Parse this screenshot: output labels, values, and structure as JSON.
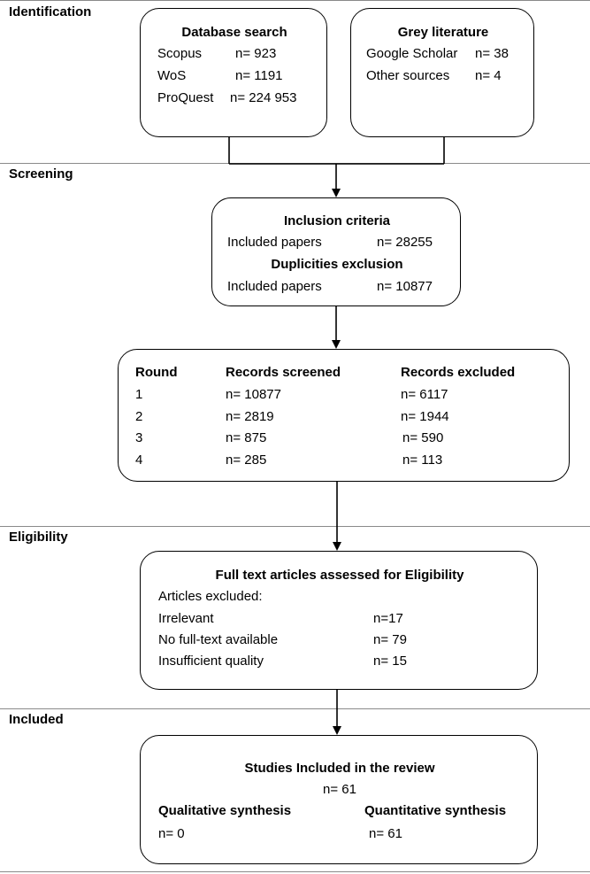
{
  "sections": {
    "identification": "Identification",
    "screening": "Screening",
    "eligibility": "Eligibility",
    "included": "Included"
  },
  "database_search": {
    "title": "Database search",
    "rows": [
      {
        "name": "Scopus",
        "value": "n= 923"
      },
      {
        "name": "WoS",
        "value": "n= 1191"
      },
      {
        "name": "ProQuest",
        "value": "n= 224 953"
      }
    ]
  },
  "grey_literature": {
    "title": "Grey literature",
    "rows": [
      {
        "name": "Google Scholar",
        "value": "n= 38"
      },
      {
        "name": "Other sources",
        "value": "n= 4"
      }
    ]
  },
  "inclusion": {
    "title": "Inclusion criteria",
    "included_label": "Included papers",
    "included_value": "n= 28255",
    "dup_title": "Duplicities exclusion",
    "dup_included_label": "Included papers",
    "dup_included_value": "n= 10877"
  },
  "rounds": {
    "headers": [
      "Round",
      "Records screened",
      "Records excluded"
    ],
    "rows": [
      {
        "round": "1",
        "screened": "n= 10877",
        "excluded": "n= 6117"
      },
      {
        "round": "2",
        "screened": "n= 2819",
        "excluded": "n= 1944"
      },
      {
        "round": "3",
        "screened": "n= 875",
        "excluded": "n= 590"
      },
      {
        "round": "4",
        "screened": "n= 285",
        "excluded": "n= 113"
      }
    ]
  },
  "eligibility_box": {
    "title": "Full text articles assessed for Eligibility",
    "subtitle": "Articles excluded:",
    "rows": [
      {
        "name": "Irrelevant",
        "value": "n=17"
      },
      {
        "name": "No full-text available",
        "value": "n= 79"
      },
      {
        "name": "Insufficient quality",
        "value": "n= 15"
      }
    ]
  },
  "included_box": {
    "title": "Studies Included in the review",
    "total": "n= 61",
    "qual_label": "Qualitative synthesis",
    "qual_value": "n= 0",
    "quant_label": "Quantitative synthesis",
    "quant_value": "n= 61"
  }
}
